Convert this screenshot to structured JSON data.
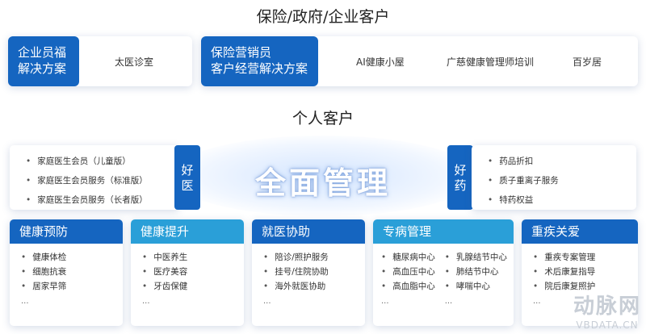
{
  "top_heading": "保险/政府/企业客户",
  "enterprise": {
    "label_line1": "企业员福",
    "label_line2": "解决方案",
    "items": [
      "太医诊室"
    ]
  },
  "insurance": {
    "label_line1": "保险营销员",
    "label_line2": "客户经营解决方案",
    "items": [
      "AI健康小屋",
      "广慈健康管理师培训",
      "百岁居"
    ]
  },
  "mid_heading": "个人客户",
  "center_word": "全面管理",
  "good_doctor": {
    "tab_line1": "好",
    "tab_line2": "医",
    "items": [
      "家庭医生会员（儿童版）",
      "家庭医生会员服务（标准版）",
      "家庭医生会员服务（长者版）"
    ]
  },
  "good_medicine": {
    "tab_line1": "好",
    "tab_line2": "药",
    "items": [
      "药品折扣",
      "质子重离子服务",
      "特药权益"
    ]
  },
  "cards": [
    {
      "title": "健康预防",
      "items": [
        "健康体检",
        "细胞抗衰",
        "居家早筛"
      ],
      "more": "..."
    },
    {
      "title": "健康提升",
      "items": [
        "中医养生",
        "医疗美容",
        "牙齿保健"
      ],
      "more": "..."
    },
    {
      "title": "就医协助",
      "items": [
        "陪诊/照护服务",
        "挂号/住院协助",
        "海外就医协助"
      ],
      "more": "..."
    },
    {
      "title": "专病管理",
      "col1": [
        "糖尿病中心",
        "高血压中心",
        "高血脂中心"
      ],
      "col2": [
        "乳腺结节中心",
        "肺结节中心",
        "哮喘中心"
      ],
      "more1": "...",
      "more2": "..."
    },
    {
      "title": "重疾关爱",
      "items": [
        "重疾专案管理",
        "术后康复指导",
        "院后康复照护"
      ],
      "more": "..."
    }
  ],
  "watermark": {
    "logo": "动脉网",
    "url": "VBDATA.CN"
  }
}
